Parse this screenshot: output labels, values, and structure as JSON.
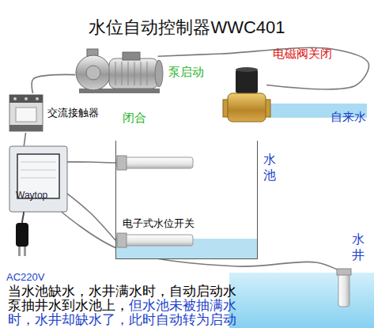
{
  "diagram": {
    "title": "水位自动控制器WWC401",
    "nodes": [
      {
        "text": [
          "泵启动"
        ]
      },
      {
        "text": [
          "交流接触器",
          "闭合"
        ]
      },
      {
        "text": [
          "电磁阀关闭"
        ]
      },
      {
        "text": [
          "Waytop"
        ]
      },
      {
        "text": [
          "水池"
        ]
      },
      {
        "text": [
          "水井"
        ]
      }
    ],
    "edges": [
      {
        "from": 1,
        "to": 0,
        "arrow": "none"
      },
      {
        "from": 3,
        "to": 1,
        "arrow": "none"
      },
      {
        "from": 0,
        "to": 2,
        "arrow": "none"
      },
      {
        "from": 3,
        "to": 4,
        "arrow": "none"
      },
      {
        "from": 3,
        "to": 4,
        "arrow": "none"
      },
      {
        "from": 3,
        "to": 5,
        "arrow": "none"
      }
    ],
    "labels": [
      "自来水",
      "电子式水位开关",
      "AC220V",
      "当水池缺水，水井满水时，自动启动水泵抽井水到水池上，",
      "但水池未被抽满水时，水井却缺水了，此时自动转为启动"
    ]
  }
}
